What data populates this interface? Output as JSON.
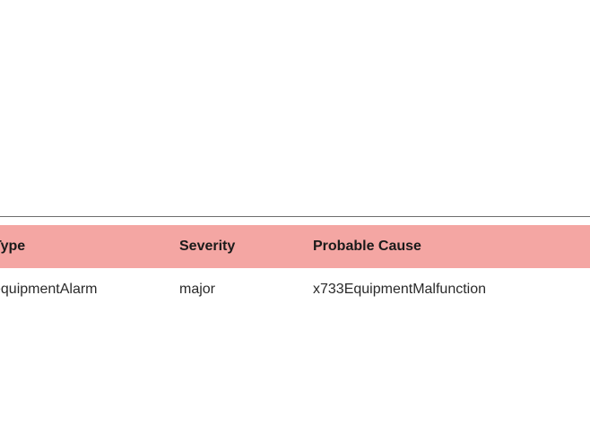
{
  "alarm_table": {
    "columns": [
      "Type",
      "Severity",
      "Probable Cause"
    ],
    "rows": [
      [
        "equipmentAlarm",
        "major",
        "x733EquipmentMalfunction"
      ]
    ]
  },
  "colors": {
    "header_background": "#f4a6a3",
    "divider": "#6e6e6e"
  }
}
